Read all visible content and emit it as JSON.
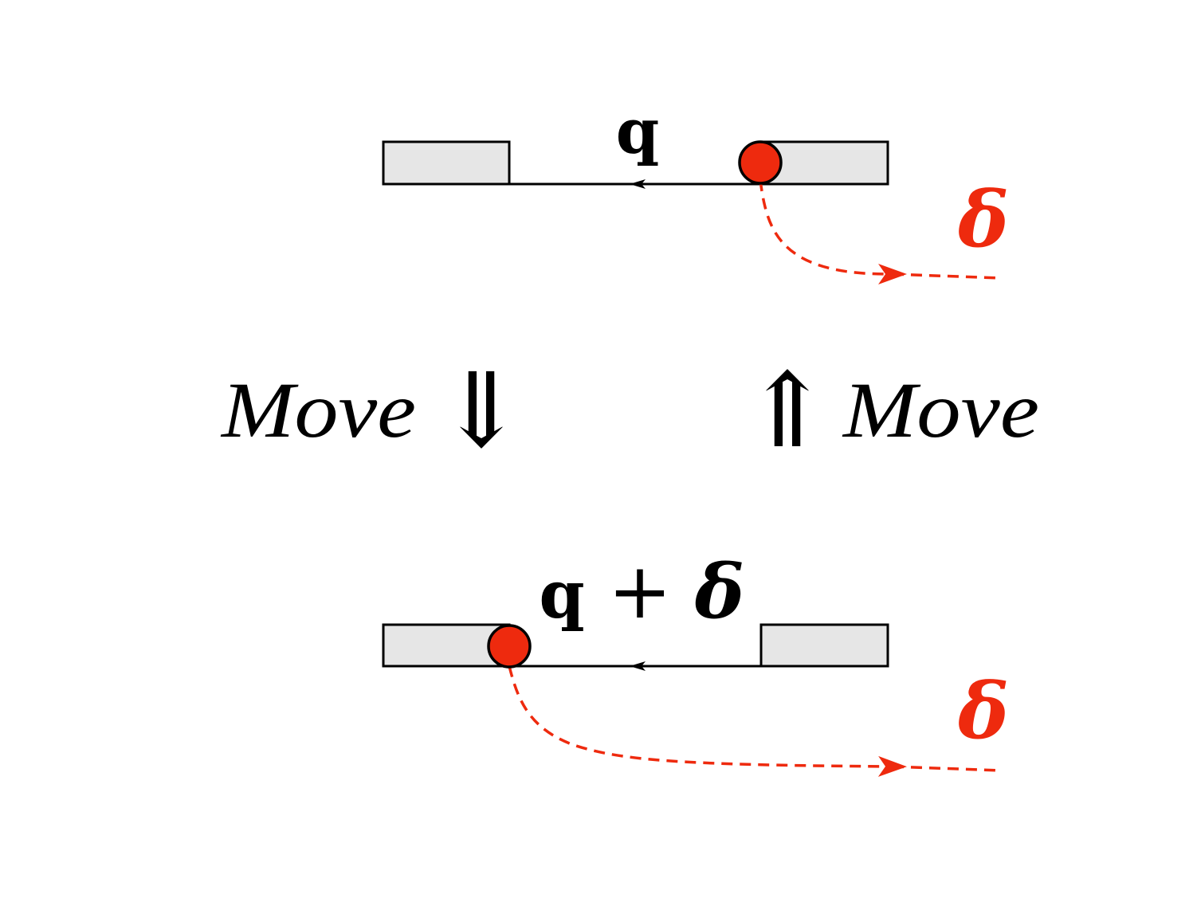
{
  "labels": {
    "top_momentum": "q",
    "bottom_momentum_base": "q",
    "bottom_momentum_plus": "+",
    "bottom_momentum_delta": "δ",
    "top_delta": "δ",
    "bottom_delta": "δ",
    "move_left": "Move",
    "move_right": "Move",
    "arrow_down": "⇓",
    "arrow_up": "⇑"
  },
  "colors": {
    "accent": "#ee2a0e",
    "ink": "#000000",
    "box_fill": "#e6e6e6"
  }
}
